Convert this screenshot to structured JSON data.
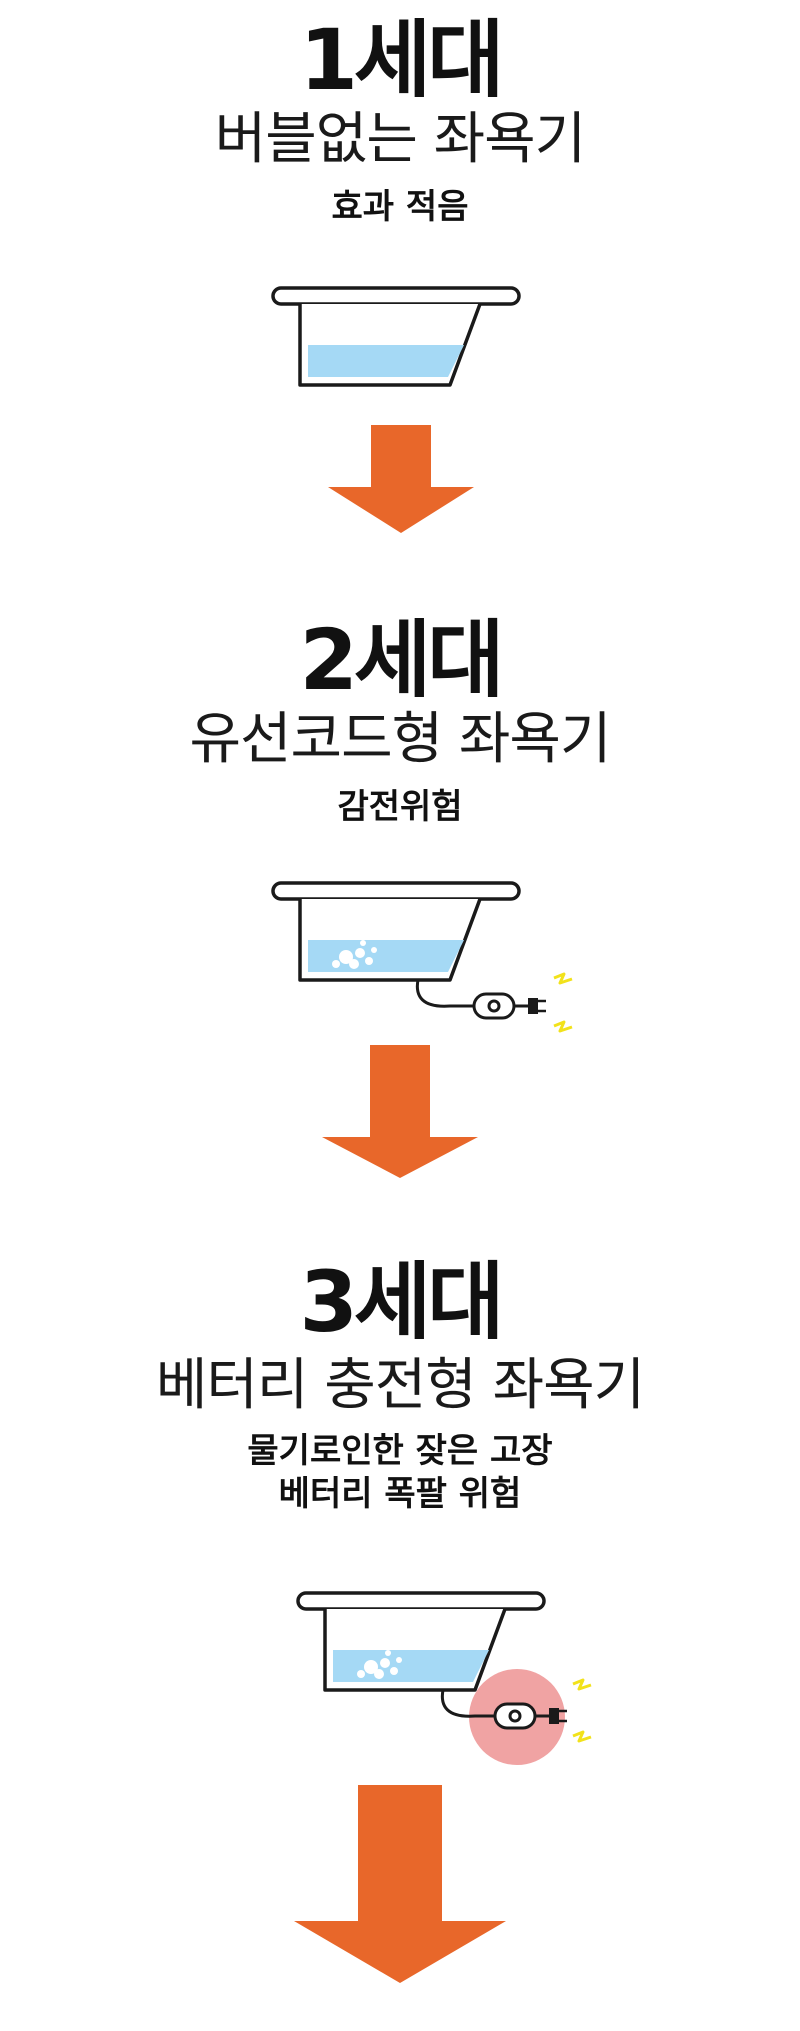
{
  "colors": {
    "water": "#a5d9f5",
    "arrow": "#e8672a",
    "outline": "#1a1a1a",
    "spark": "#f2e21b",
    "danger_circle": "#f0a3a3"
  },
  "generations": [
    {
      "title": "1세대",
      "subtitle": "버블없는 좌욕기",
      "notes": [
        "효과 적음"
      ],
      "illustration_icon": "basin-icon"
    },
    {
      "title": "2세대",
      "subtitle": "유선코드형 좌욕기",
      "notes": [
        "감전위험"
      ],
      "illustration_icon": "corded-basin-icon"
    },
    {
      "title": "3세대",
      "subtitle": "베터리 충전형 좌욕기",
      "notes": [
        "물기로인한 잦은 고장",
        "베터리 폭팔 위험"
      ],
      "illustration_icon": "battery-basin-icon"
    }
  ],
  "arrow_icon": "down-arrow-icon"
}
